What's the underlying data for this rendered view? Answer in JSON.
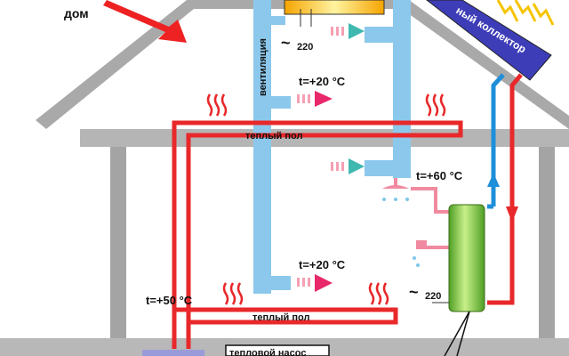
{
  "labels": {
    "house": "дом",
    "ventilation": "вентиляция",
    "solar_collector": "ный коллектор",
    "warm_floor_top": "теплый пол",
    "warm_floor_bottom": "теплый пол",
    "temp_room_top": "t=+20 °C",
    "temp_room_bottom": "t=+20 °C",
    "temp_boiler": "t=+60 °C",
    "temp_floor": "t=+50 °C",
    "voltage_top": "220",
    "voltage_tank": "220",
    "heat_pump": "тепловой насос"
  },
  "colors": {
    "hot": "#e8282a",
    "cold_duct": "#8cc8ec",
    "pipe_blue": "#1e8fd8",
    "wall": "#9a9a9a",
    "tank": "#6fbf3a",
    "sun": "#f5c400"
  }
}
